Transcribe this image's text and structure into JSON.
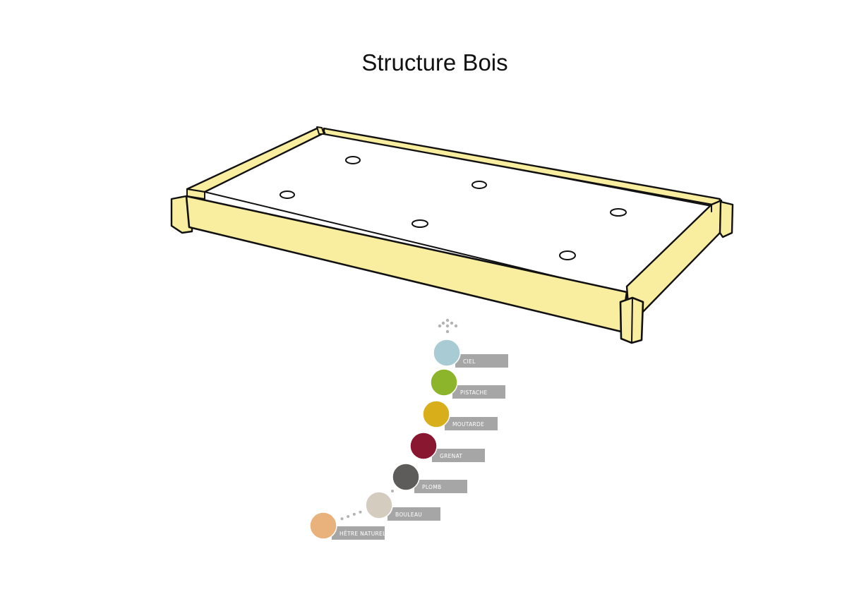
{
  "title": "Structure Bois",
  "colors": {
    "frame_fill": "#f9ee9f",
    "outline": "#111111",
    "label_bg": "#a6a6a6",
    "connector": "#b3b3b3"
  },
  "finishes": [
    {
      "label": "CIEL",
      "color": "#a9ccd4"
    },
    {
      "label": "PISTACHE",
      "color": "#8db52c"
    },
    {
      "label": "MOUTARDE",
      "color": "#d8ae1a"
    },
    {
      "label": "GRENAT",
      "color": "#8a1730"
    },
    {
      "label": "PLOMB",
      "color": "#5d5c5a"
    },
    {
      "label": "BOULEAU",
      "color": "#d4cdbf"
    },
    {
      "label": "HÊTRE NATUREL",
      "color": "#e9b17c"
    }
  ]
}
